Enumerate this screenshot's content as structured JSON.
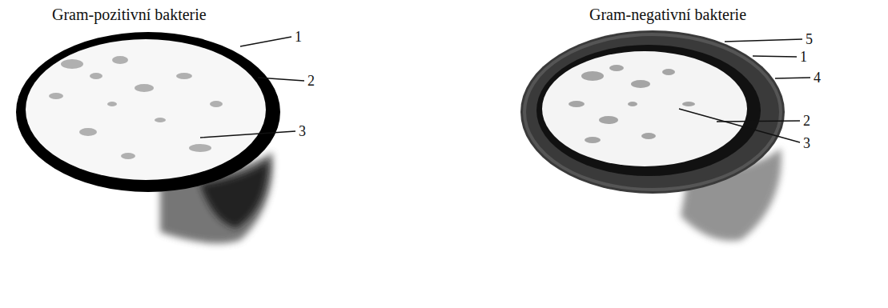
{
  "diagram": {
    "labels": [
      "Gram-pozitivní bakterie",
      "Gram-negativní bakterie",
      "1",
      "2",
      "3",
      "5",
      "1",
      "4",
      "2",
      "3"
    ]
  }
}
